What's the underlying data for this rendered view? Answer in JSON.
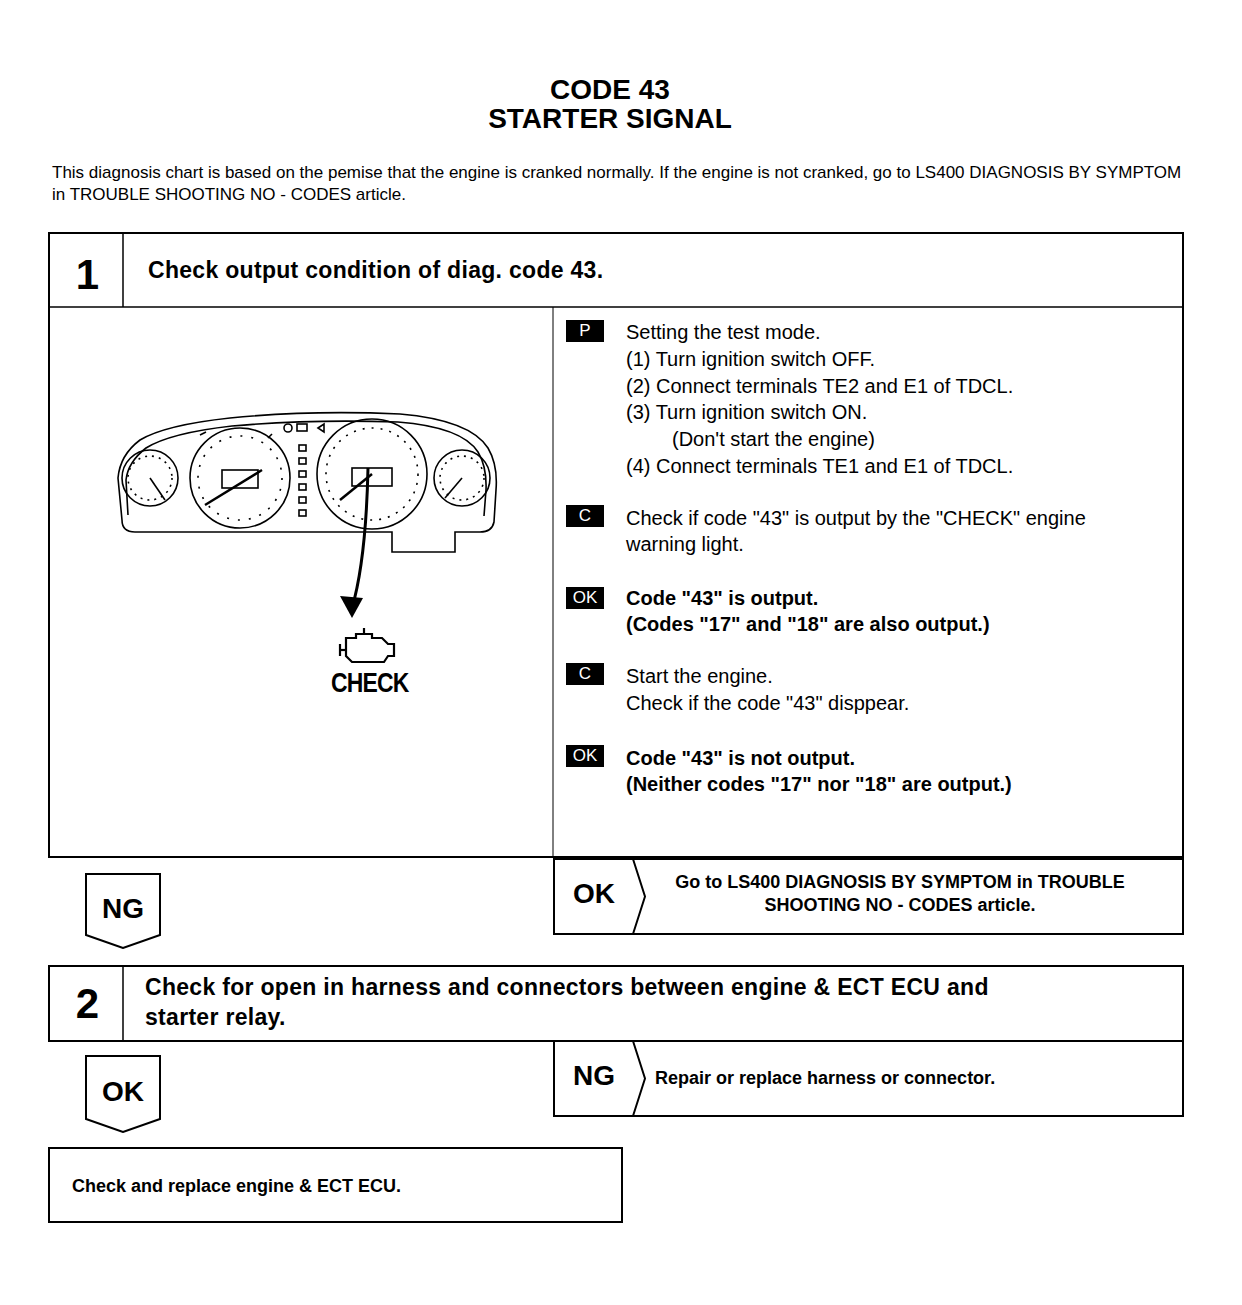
{
  "diagram": {
    "title": "CODE 43",
    "nodes": [
      {
        "text": [
          "1",
          "Check output condition of diag. code 43."
        ]
      },
      {
        "text": [
          "NG"
        ]
      },
      {
        "text": [
          "OK",
          "Go to LS400 DIAGNOSIS BY SYMPTOM in TROUBLE SHOOTING NO - CODES article."
        ]
      },
      {
        "text": [
          "2",
          "Check for open in harness and connectors between engine & ECT ECU and starter relay."
        ]
      },
      {
        "text": [
          "OK"
        ]
      },
      {
        "text": [
          "NG",
          "Repair or replace harness or connector."
        ]
      },
      {
        "text": [
          "Check and replace engine & ECT ECU."
        ]
      }
    ],
    "labels": [
      "STARTER SIGNAL",
      "This diagnosis chart is based on the pemise that the engine is cranked normally. If the engine is not cranked, go to LS400 DIAGNOSIS BY SYMPTOM in TROUBLE SHOOTING NO - CODES article.",
      "P",
      "Setting the test mode.",
      "(1) Turn ignition switch OFF.",
      "(2) Connect terminals TE2 and E1 of TDCL.",
      "(3) Turn ignition switch ON.",
      "(Don't start the engine)",
      "(4) Connect terminals TE1 and E1 of TDCL.",
      "C",
      "Check if code \"43\" is output by the \"CHECK\" engine warning light.",
      "OK",
      "Code \"43\" is output.",
      "(Codes \"17\" and \"18\" are also output.)",
      "C",
      "Start the engine.",
      "Check if the code \"43\" disppear.",
      "OK",
      "Code \"43\" is not output.",
      "(Neither codes \"17\" nor \"18\" are output.)",
      "CHECK"
    ]
  }
}
